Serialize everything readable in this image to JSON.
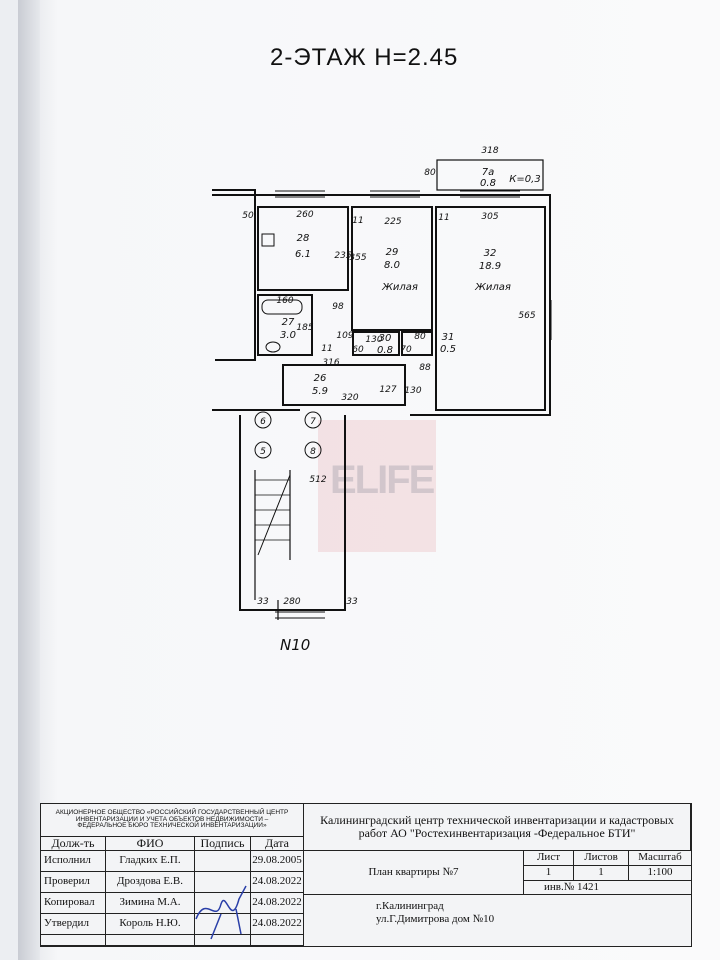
{
  "title": "2-ЭТАЖ H=2.45",
  "plan": {
    "rooms": [
      {
        "no": "28",
        "area": "6.1"
      },
      {
        "no": "29",
        "area": "8.0",
        "type": "Жилая"
      },
      {
        "no": "32",
        "area": "18.9",
        "type": "Жилая"
      },
      {
        "no": "27",
        "area": "3.0"
      },
      {
        "no": "30",
        "area": "0.8"
      },
      {
        "no": "31",
        "area": "0.5"
      },
      {
        "no": "26",
        "area": "5.9"
      },
      {
        "no": "7а",
        "area": "0.8",
        "k": "К=0,3"
      }
    ],
    "dimensions": [
      "318",
      "80",
      "50",
      "260",
      "225",
      "305",
      "11",
      "11",
      "235",
      "355",
      "160",
      "98",
      "109",
      "130",
      "80",
      "60",
      "70",
      "88",
      "127",
      "130",
      "565",
      "185",
      "11",
      "316",
      "320",
      "33",
      "280",
      "33",
      "512"
    ],
    "stair_marks": [
      "6",
      "7",
      "5",
      "8"
    ],
    "building_no": "N10",
    "watermark": "ELIFE"
  },
  "stamp": {
    "org": "АКЦИОНЕРНОЕ ОБЩЕСТВО «РОССИЙСКИЙ ГОСУДАРСТВЕННЫЙ ЦЕНТР ИНВЕНТАРИЗАЦИИ И УЧЕТА ОБЪЕКТОВ НЕДВИЖИМОСТИ – ФЕДЕРАЛЬНОЕ БЮРО ТЕХНИЧЕСКОЙ ИНВЕНТАРИЗАЦИИ»",
    "center": "Калининградский центр технической инвентаризации и кадастровых работ АО \"Ростехинвентаризация -Федеральное БТИ\"",
    "headers": {
      "position": "Долж-ть",
      "name": "ФИО",
      "signature": "Подпись",
      "date": "Дата"
    },
    "rows": [
      {
        "position": "Исполнил",
        "name": "Гладких Е.П.",
        "date": "29.08.2005"
      },
      {
        "position": "Проверил",
        "name": "Дроздова Е.В.",
        "date": "24.08.2022"
      },
      {
        "position": "Копировал",
        "name": "Зимина М.А.",
        "date": "24.08.2022"
      },
      {
        "position": "Утвердил",
        "name": "Король Н.Ю.",
        "date": "24.08.2022"
      }
    ],
    "doc_title": "План квартиры №7",
    "sheet_label": "Лист",
    "sheet": "1",
    "sheets_label": "Листов",
    "sheets": "1",
    "scale_label": "Масштаб",
    "scale": "1:100",
    "inv": "инв.№  1421",
    "city": "г.Калининград",
    "address": "ул.Г.Димитрова дом №10"
  }
}
